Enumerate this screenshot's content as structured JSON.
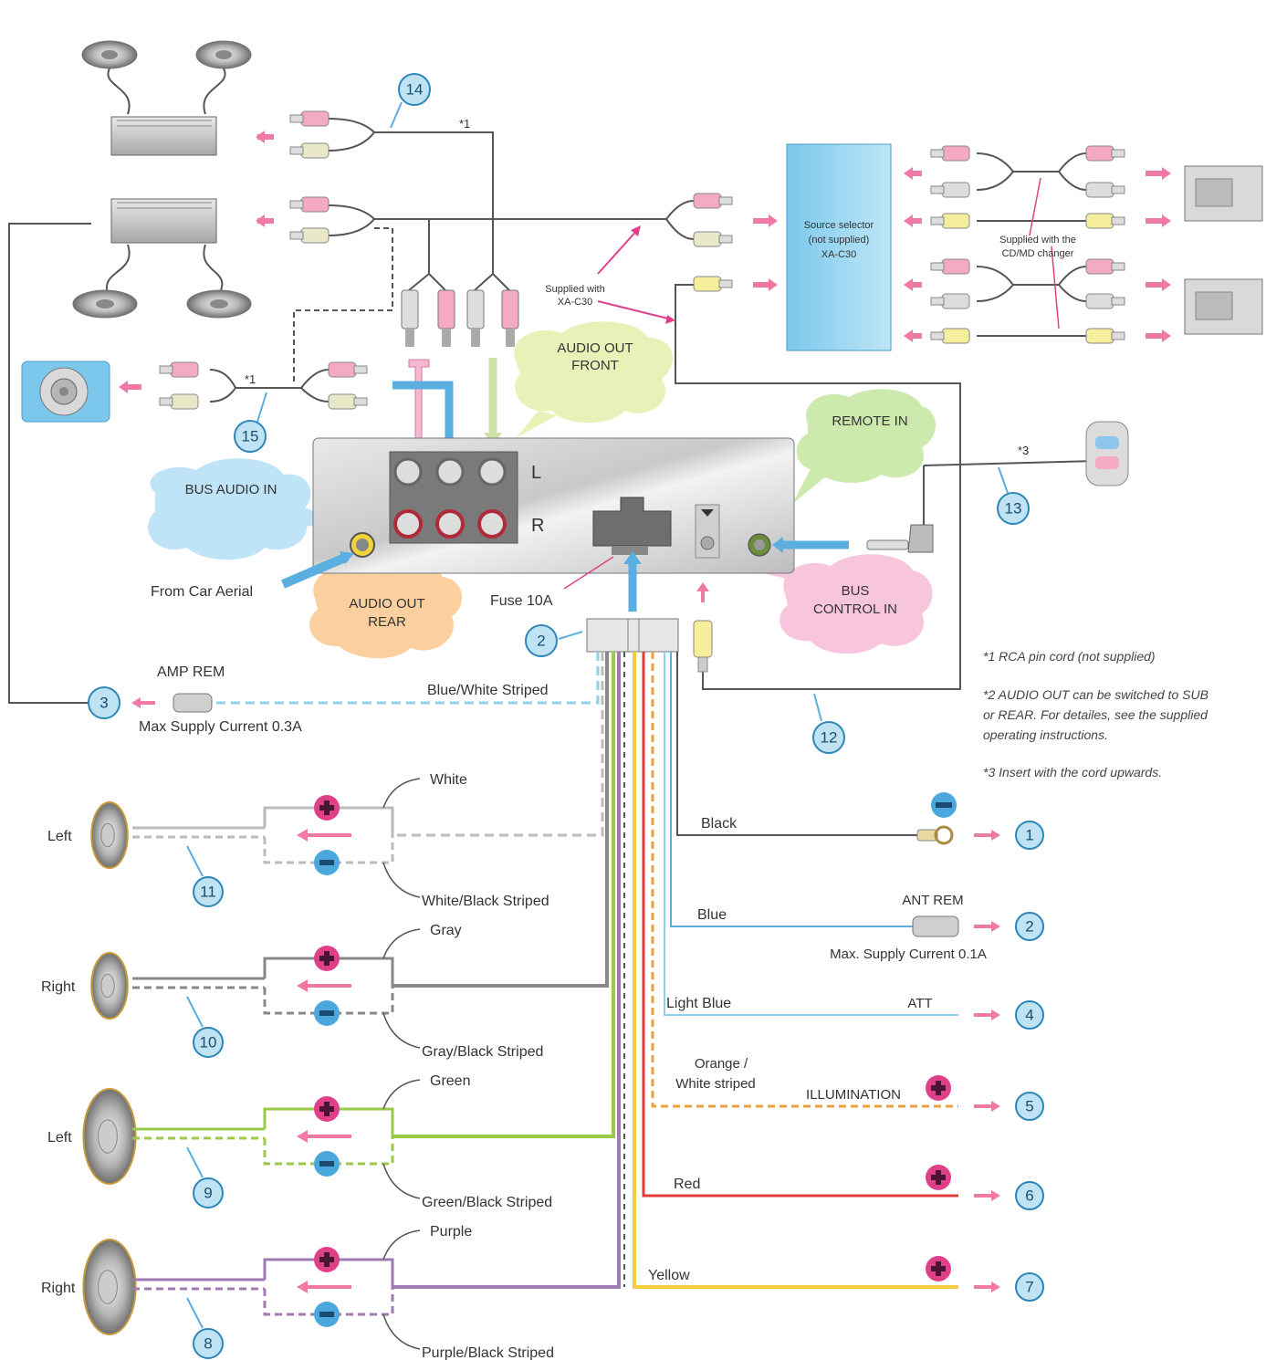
{
  "callouts": {
    "bus_audio_in": "BUS AUDIO IN",
    "audio_out_front": [
      "AUDIO OUT",
      "FRONT"
    ],
    "audio_out_rear": [
      "AUDIO OUT",
      "REAR"
    ],
    "remote_in": "REMOTE IN",
    "bus_control_in": [
      "BUS",
      "CONTROL IN"
    ]
  },
  "head_unit": {
    "channel_L": "L",
    "channel_R": "R"
  },
  "labels": {
    "from_car_aerial": "From Car Aerial",
    "fuse": "Fuse 10A",
    "amp_rem": "AMP REM",
    "blue_white_striped": "Blue/White Striped",
    "max_supply_amp": "Max Supply Current 0.3A",
    "supplied_with_xa": [
      "Supplied with",
      "XA-C30"
    ],
    "source_selector": [
      "Source selector",
      "(not supplied)",
      "XA-C30"
    ],
    "supplied_with_cd": [
      "Supplied with the",
      "CD/MD changer"
    ],
    "star1_top": "*1",
    "star1_mid": "*1",
    "star3": "*3"
  },
  "right_wires": [
    {
      "color_name": "Black",
      "num": "1",
      "wire": "#555555"
    },
    {
      "color_name": "Blue",
      "num": "2",
      "wire": "#5aaee0",
      "tag": "ANT REM",
      "note": "Max. Supply Current 0.1A"
    },
    {
      "color_name": "Light Blue",
      "num": "4",
      "wire": "#8fd0ee",
      "tag": "ATT"
    },
    {
      "color_name_lines": [
        "Orange /",
        "White striped"
      ],
      "num": "5",
      "wire": "#e8a040",
      "tag": "ILLUMINATION"
    },
    {
      "color_name": "Red",
      "num": "6",
      "wire": "#e23b3b"
    },
    {
      "color_name": "Yellow",
      "num": "7",
      "wire": "#f2cf3a"
    }
  ],
  "speakers": [
    {
      "side": "Left",
      "num": "11",
      "plus": "White",
      "minus": "White/Black Striped",
      "wire": "#bbbbbb"
    },
    {
      "side": "Right",
      "num": "10",
      "plus": "Gray",
      "minus": "Gray/Black Striped",
      "wire": "#888888"
    },
    {
      "side": "Left",
      "num": "9",
      "plus": "Green",
      "minus": "Green/Black Striped",
      "wire": "#9bc94a"
    },
    {
      "side": "Right",
      "num": "8",
      "plus": "Purple",
      "minus": "Purple/Black Striped",
      "wire": "#a07ab0"
    }
  ],
  "numbers": {
    "n14": "14",
    "n15": "15",
    "n13": "13",
    "n12": "12",
    "n2": "2",
    "n3": "3"
  },
  "notes": [
    "*1 RCA pin cord (not supplied)",
    "*2 AUDIO OUT can be switched to SUB",
    "or REAR. For detailes, see the supplied",
    "operating instructions.",
    "*3 Insert with the cord upwards."
  ],
  "colors": {
    "accent_blue": "#5aaee0",
    "number_ring": "#2e86b8",
    "number_fill": "#bfe3f3",
    "arrow_pink": "#f07aa6",
    "plus_pink": "#e0408a",
    "minus_blue": "#4aa8dc"
  }
}
